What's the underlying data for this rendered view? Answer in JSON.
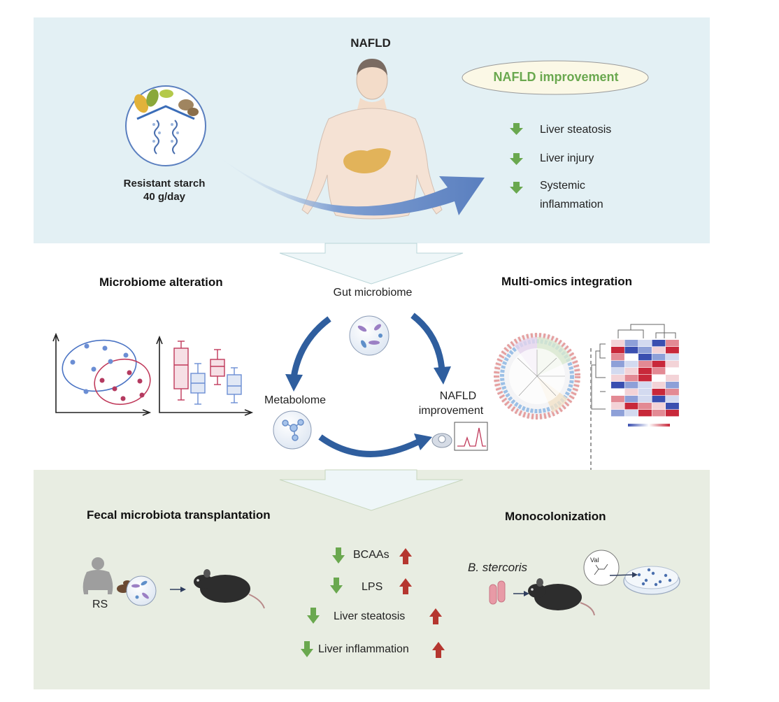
{
  "top_panel": {
    "title": "NAFLD",
    "intervention": {
      "line1": "Resistant starch",
      "line2": "40 g/day"
    },
    "outcome_title": "NAFLD improvement",
    "outcomes": [
      {
        "text": "Liver steatosis",
        "direction": "down"
      },
      {
        "text": "Liver injury",
        "direction": "down"
      },
      {
        "text": "Systemic",
        "text2": "inflammation",
        "direction": "down"
      }
    ]
  },
  "middle_panel": {
    "left_title": "Microbiome alteration",
    "right_title": "Multi-omics integration",
    "cycle": {
      "top": "Gut microbiome",
      "left": "Metabolome",
      "right_line1": "NAFLD",
      "right_line2": "improvement"
    }
  },
  "bottom_panel": {
    "left_title": "Fecal microbiota transplantation",
    "right_title": "Monocolonization",
    "donor_label": "RS",
    "bacterium_label": "B. stercoris",
    "val_label": "Val",
    "markers": [
      {
        "text": "BCAAs",
        "left_arrow": "down",
        "right_arrow": "up"
      },
      {
        "text": "LPS",
        "left_arrow": "down",
        "right_arrow": "up"
      },
      {
        "text": "Liver steatosis",
        "left_arrow": "down",
        "right_arrow": "up"
      },
      {
        "text": "Liver inflammation",
        "left_arrow": "down",
        "right_arrow": "up"
      }
    ]
  },
  "colors": {
    "top_bg": "#e3f0f4",
    "bottom_bg": "#e8ede2",
    "big_arrow": "#5a7fbf",
    "cycle_arrow": "#2f5e9e",
    "down_arrow": "#6aa84f",
    "up_arrow": "#b5362f",
    "ellipse_blue": "#4b74c4",
    "ellipse_red": "#c0395a"
  }
}
